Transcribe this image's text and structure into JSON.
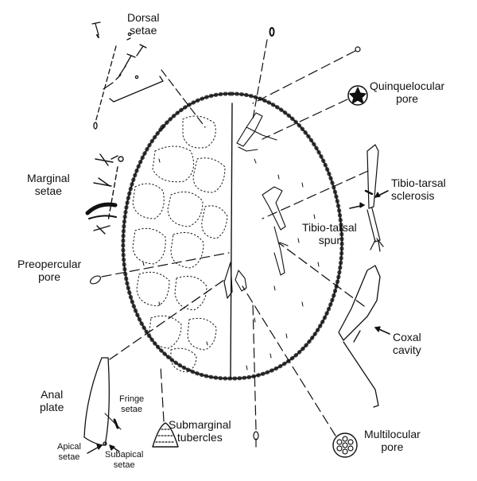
{
  "figure": {
    "labels": {
      "dorsal_setae": [
        "Dorsal",
        "setae"
      ],
      "quinquelocular_pore": [
        "Quinquelocular",
        "pore"
      ],
      "marginal_setae": [
        "Marginal",
        "setae"
      ],
      "tibio_tarsal_sclerosis": [
        "Tibio-tarsal",
        "sclerosis"
      ],
      "tibio_tarsal_spur": [
        "Tibio-tarsal",
        "spur"
      ],
      "preopercular_pore": [
        "Preopercular",
        "pore"
      ],
      "coxal_cavity": [
        "Coxal",
        "cavity"
      ],
      "anal_plate": [
        "Anal",
        "plate"
      ],
      "fringe_setae": [
        "Fringe",
        "setae"
      ],
      "submarginal_tubercles": [
        "Submarginal",
        "tubercles"
      ],
      "multilocular_pore": [
        "Multilocular",
        "pore"
      ],
      "apical_setae": [
        "Apical",
        "setae"
      ],
      "subapical_setae": [
        "Subapical",
        "setae"
      ]
    },
    "colors": {
      "ink": "#111111",
      "paper": "#ffffff"
    }
  }
}
